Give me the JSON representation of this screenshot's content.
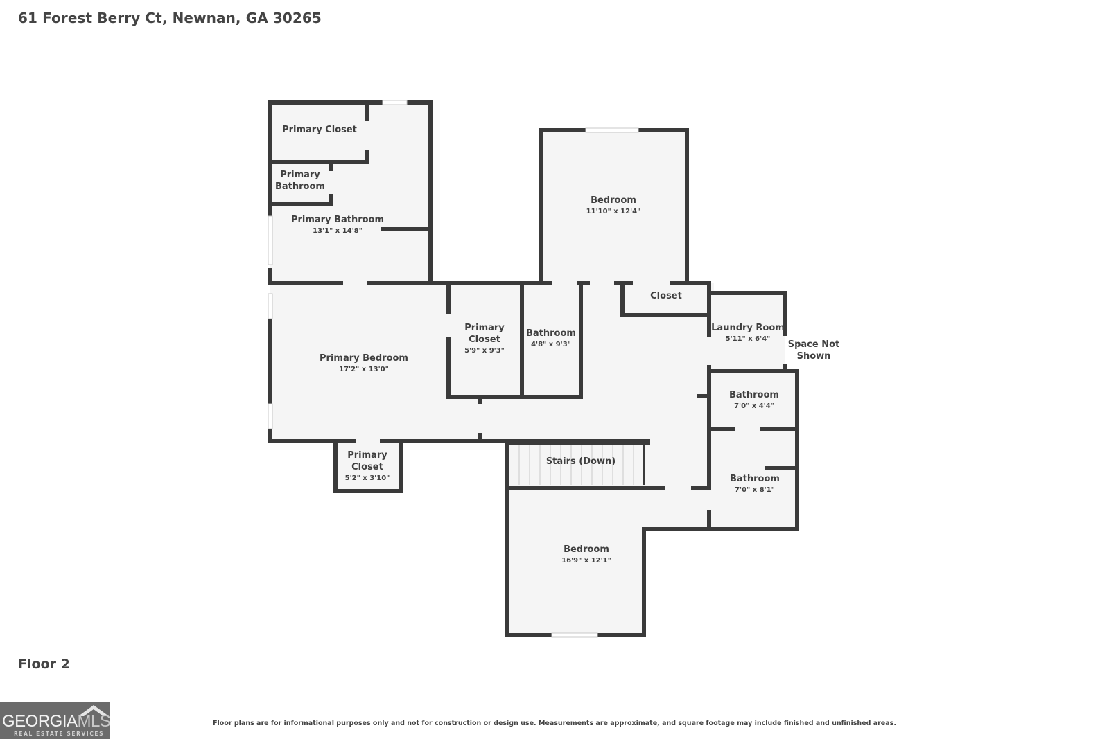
{
  "header": {
    "address": "61 Forest Berry Ct, Newnan, GA 30265"
  },
  "floor": {
    "label": "Floor 2"
  },
  "rooms": [
    {
      "name": "Primary Closet",
      "dims": ""
    },
    {
      "name_line1": "Primary",
      "name_line2": "Bathroom",
      "dims": ""
    },
    {
      "name": "Primary Bathroom",
      "dims": "13'1\" x 14'8\""
    },
    {
      "name": "Bedroom",
      "dims": "11'10\" x 12'4\""
    },
    {
      "name": "Primary Bedroom",
      "dims": "17'2\" x 13'0\""
    },
    {
      "name_line1": "Primary",
      "name_line2": "Closet",
      "dims": "5'9\" x 9'3\""
    },
    {
      "name": "Bathroom",
      "dims": "4'8\" x 9'3\""
    },
    {
      "name": "Closet",
      "dims": ""
    },
    {
      "name": "Laundry Room",
      "dims": "5'11\" x 6'4\""
    },
    {
      "name_line1": "Space Not",
      "name_line2": "Shown",
      "dims": ""
    },
    {
      "name": "Bathroom",
      "dims": "7'0\" x 4'4\""
    },
    {
      "name": "Bathroom",
      "dims": "7'0\" x 8'1\""
    },
    {
      "name_line1": "Primary",
      "name_line2": "Closet",
      "dims": "5'2\" x 3'10\""
    },
    {
      "name": "Stairs (Down)",
      "dims": ""
    },
    {
      "name": "Bedroom",
      "dims": "16'9\" x 12'1\""
    }
  ],
  "logo": {
    "brand_main": "GEORGIA",
    "brand_accent": "MLS",
    "tagline": "REAL ESTATE SERVICES"
  },
  "footer": {
    "disclaimer": "Floor plans are for informational purposes only and not for construction or design use. Measurements are approximate, and square footage may include finished and unfinished areas."
  },
  "colors": {
    "wall": "#3a3a3a",
    "floor": "#f5f5f5",
    "text": "#3f3f3f",
    "logo_bg": "#6b6b6b"
  }
}
